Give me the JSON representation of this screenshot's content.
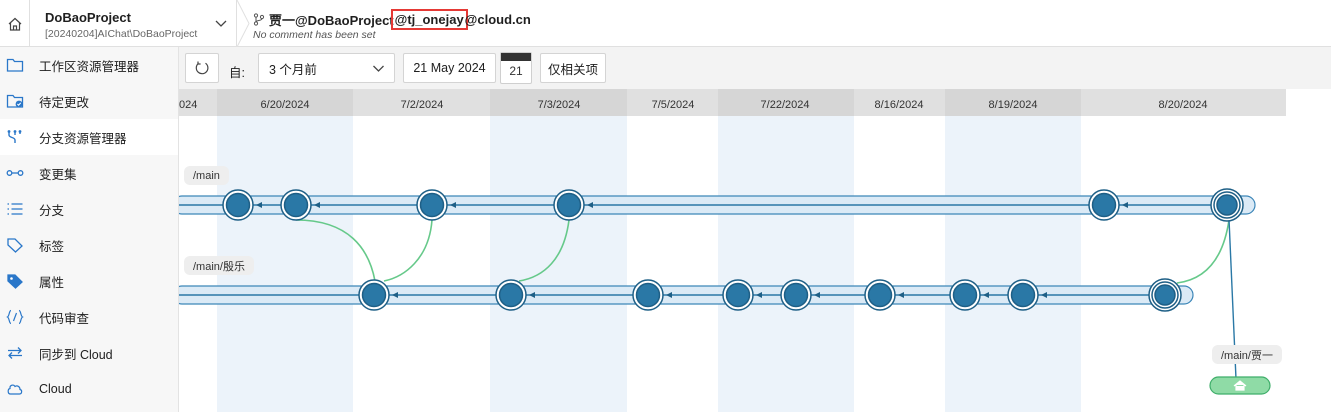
{
  "header": {
    "project_name": "DoBaoProject",
    "project_path": "[20240204]AIChat\\DoBaoProject",
    "workspace_prefix": "贾一@DoBaoProject",
    "workspace_highlight": "@tj_onejay",
    "workspace_suffix": "@cloud.cn",
    "workspace_comment": "No comment has been set",
    "highlight_color": "#e53935"
  },
  "sidebar": {
    "items": [
      {
        "label": "工作区资源管理器",
        "icon": "folder-icon",
        "active": false
      },
      {
        "label": "待定更改",
        "icon": "pending-changes-icon",
        "active": false
      },
      {
        "label": "分支资源管理器",
        "icon": "branch-explorer-icon",
        "active": true
      },
      {
        "label": "变更集",
        "icon": "changeset-icon",
        "active": false
      },
      {
        "label": "分支",
        "icon": "list-icon",
        "active": false
      },
      {
        "label": "标签",
        "icon": "tag-icon",
        "active": false
      },
      {
        "label": "属性",
        "icon": "attributes-icon",
        "active": false
      },
      {
        "label": "代码审查",
        "icon": "code-review-icon",
        "active": false
      },
      {
        "label": "同步到 Cloud",
        "icon": "sync-icon",
        "active": false
      },
      {
        "label": "Cloud",
        "icon": "cloud-icon",
        "active": false
      }
    ]
  },
  "toolbar": {
    "from_label": "自:",
    "range_value": "3 个月前",
    "date_value": "21 May 2024",
    "calendar_day": "21",
    "relevant_label": "仅相关项"
  },
  "graph": {
    "dates": [
      "024",
      "6/20/2024",
      "7/2/2024",
      "7/3/2024",
      "7/5/2024",
      "7/22/2024",
      "8/16/2024",
      "8/19/2024",
      "8/20/2024"
    ],
    "branches": [
      "/main",
      "/main/殷乐",
      "/main/贾一"
    ],
    "colors": {
      "node": "#2a78a6",
      "node_border": "#1e5f86",
      "branch_fill": "#d6e8f5",
      "merge_line": "#66c98a",
      "band": "#ecf3fa",
      "home_fill": "#8fdba6"
    }
  }
}
